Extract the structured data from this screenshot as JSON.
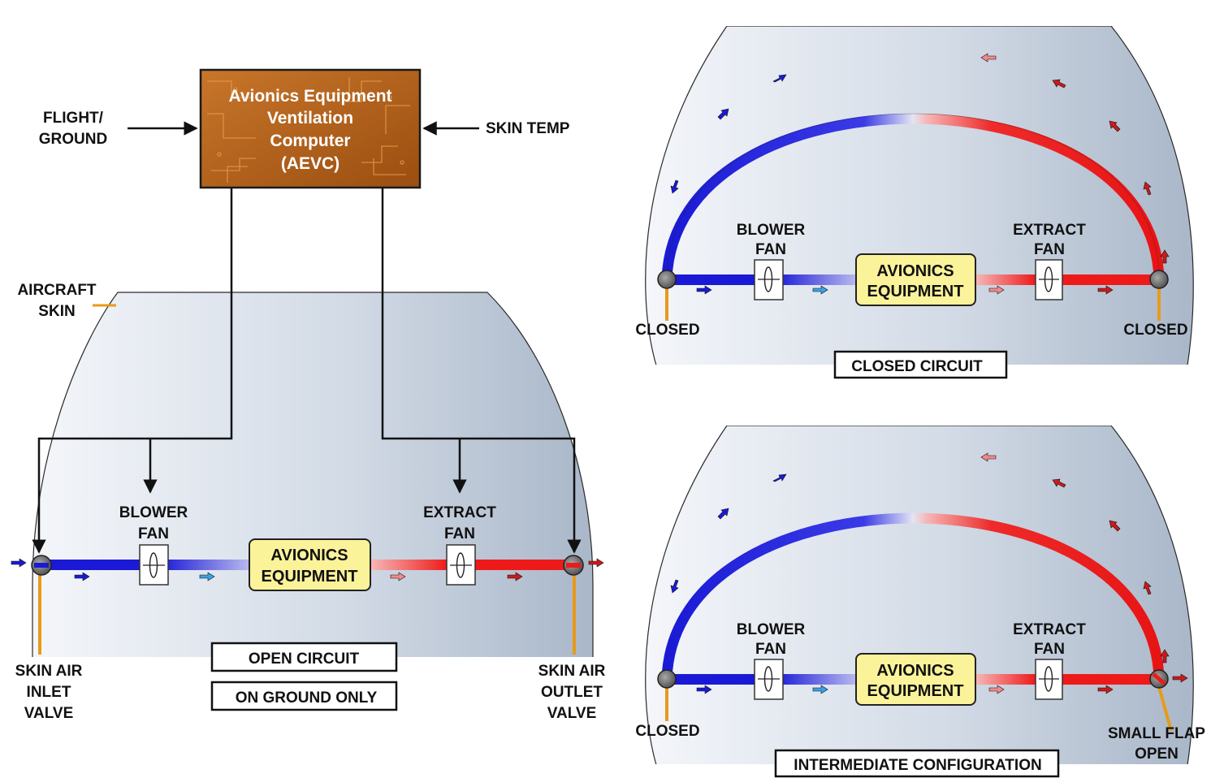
{
  "aevc": {
    "lines": [
      "Avionics Equipment",
      "Ventilation",
      "Computer",
      "(AEVC)"
    ],
    "input_left": [
      "FLIGHT/",
      "GROUND"
    ],
    "input_right": "SKIN TEMP"
  },
  "aircraft_skin": [
    "AIRCRAFT",
    "SKIN"
  ],
  "open_circuit": {
    "blower": [
      "BLOWER",
      "FAN"
    ],
    "extract": [
      "EXTRACT",
      "FAN"
    ],
    "equipment": [
      "AVIONICS",
      "EQUIPMENT"
    ],
    "inlet_valve": [
      "SKIN AIR",
      "INLET",
      "VALVE"
    ],
    "outlet_valve": [
      "SKIN AIR",
      "OUTLET",
      "VALVE"
    ],
    "title": "OPEN CIRCUIT",
    "subtitle": "ON GROUND ONLY"
  },
  "closed_circuit": {
    "blower": [
      "BLOWER",
      "FAN"
    ],
    "extract": [
      "EXTRACT",
      "FAN"
    ],
    "equipment": [
      "AVIONICS",
      "EQUIPMENT"
    ],
    "left_valve": "CLOSED",
    "right_valve": "CLOSED",
    "title": "CLOSED CIRCUIT"
  },
  "intermediate": {
    "blower": [
      "BLOWER",
      "FAN"
    ],
    "extract": [
      "EXTRACT",
      "FAN"
    ],
    "equipment": [
      "AVIONICS",
      "EQUIPMENT"
    ],
    "left_valve": "CLOSED",
    "right_valve": [
      "SMALL FLAP",
      "OPEN"
    ],
    "title": "INTERMEDIATE CONFIGURATION"
  },
  "colors": {
    "cold_air": "#1a1ad6",
    "warm_air": "#ee1a1a",
    "equipment_box": "#fbf39a",
    "aevc_box": "#b5631c",
    "fuselage": "#c4d0de"
  }
}
